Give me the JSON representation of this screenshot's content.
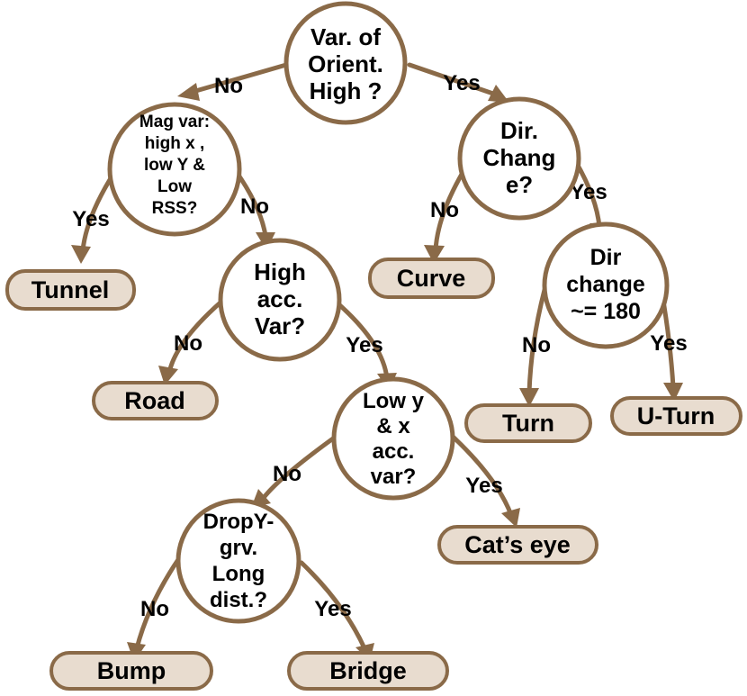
{
  "decision_nodes": {
    "orientation": [
      "Var. of",
      "Orient.",
      "High ?"
    ],
    "mag_var": [
      "Mag var:",
      "high x ,",
      "low Y &",
      "Low",
      "RSS?"
    ],
    "dir_change": [
      "Dir.",
      "Chang",
      "e?"
    ],
    "high_acc": [
      "High",
      "acc.",
      "Var?"
    ],
    "dir_180": [
      "Dir",
      "change",
      "~= 180"
    ],
    "low_yx": [
      "Low y",
      "& x",
      "acc.",
      "var?"
    ],
    "drop_y": [
      "DropY-",
      "grv.",
      "Long",
      "dist.?"
    ]
  },
  "leaves": {
    "tunnel": "Tunnel",
    "curve": "Curve",
    "road": "Road",
    "turn": "Turn",
    "uturn": "U-Turn",
    "catseye": "Cat’s eye",
    "bump": "Bump",
    "bridge": "Bridge"
  },
  "edge_labels": {
    "yes": "Yes",
    "no": "No"
  },
  "colors": {
    "stroke": "#8a6a48",
    "leaf_fill": "#e8dccf"
  }
}
